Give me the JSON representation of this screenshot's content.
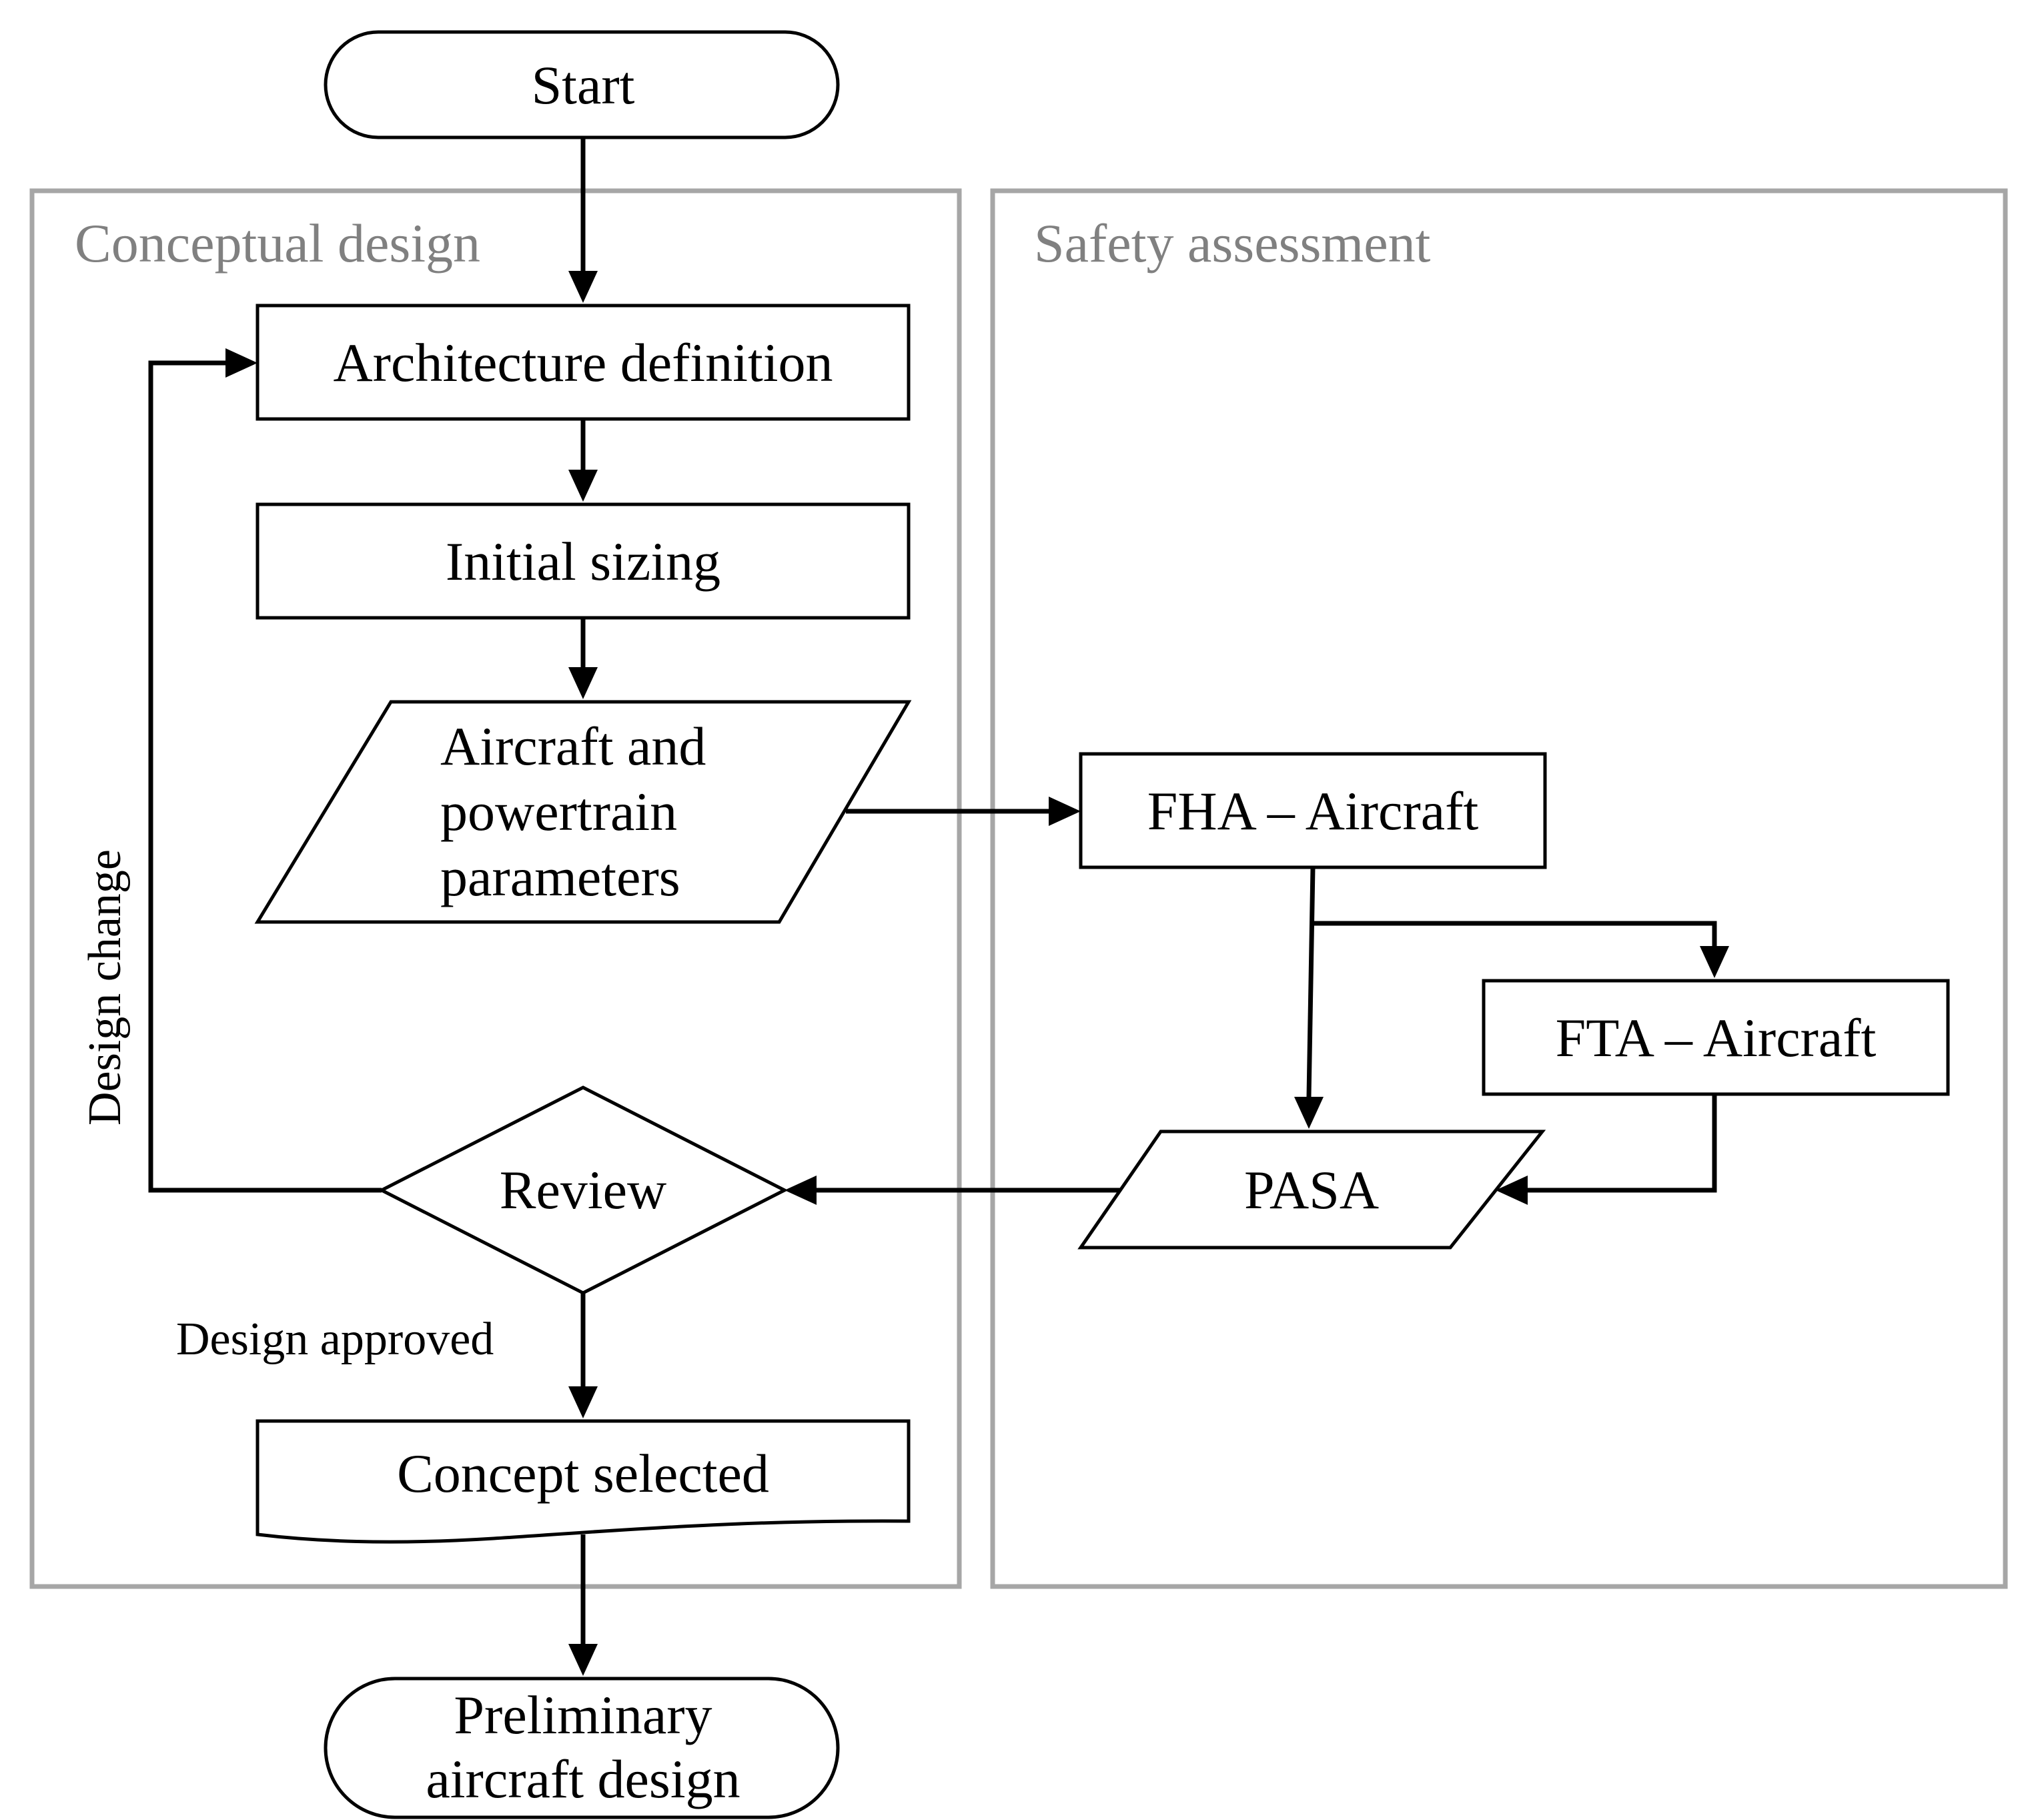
{
  "groups": {
    "conceptual": "Conceptual design",
    "safety": "Safety assessment"
  },
  "nodes": {
    "start": "Start",
    "architecture": "Architecture definition",
    "sizing": "Initial sizing",
    "parameters": [
      "Aircraft and",
      "powertrain",
      "parameters"
    ],
    "fha": "FHA – Aircraft",
    "fta": "FTA – Aircraft",
    "pasa": "PASA",
    "review": "Review",
    "concept": "Concept selected",
    "preliminary": [
      "Preliminary",
      "aircraft design"
    ]
  },
  "edge_labels": {
    "design_change": "Design change",
    "design_approved": "Design approved"
  },
  "colors": {
    "stroke": "#000000",
    "group_border": "#a6a6a6",
    "group_label": "#808080"
  }
}
